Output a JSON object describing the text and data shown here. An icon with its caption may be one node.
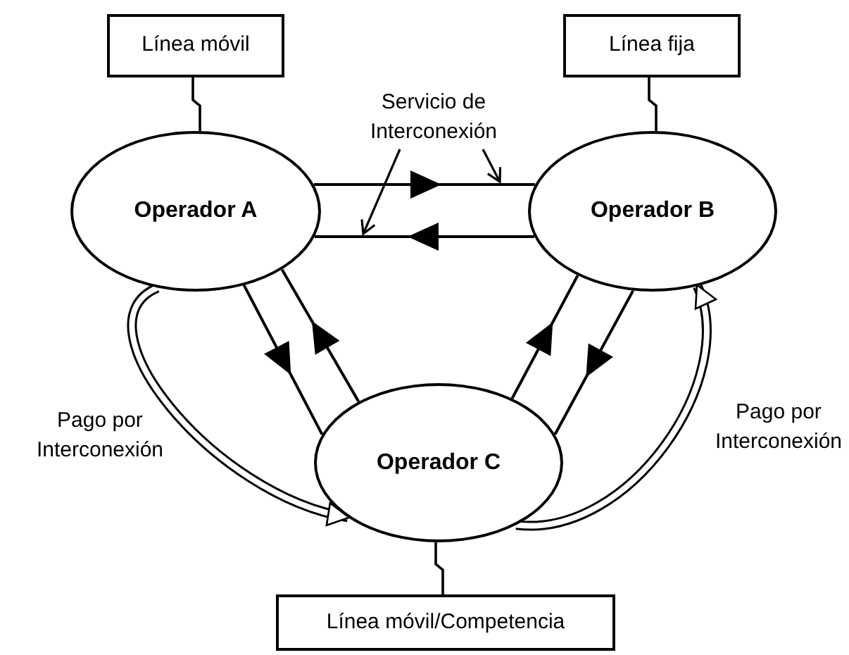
{
  "diagram": {
    "nodes": [
      {
        "text": [
          "Línea móvil"
        ]
      },
      {
        "text": [
          "Línea fija"
        ]
      },
      {
        "text": [
          "Operador A"
        ]
      },
      {
        "text": [
          "Operador B"
        ]
      },
      {
        "text": [
          "Operador C"
        ]
      },
      {
        "text": [
          "Línea móvil/Competencia"
        ]
      },
      {
        "text": [
          "Servicio de Interconexión"
        ]
      }
    ],
    "edges": [
      {
        "from": 0,
        "to": 2,
        "arrow": "none"
      },
      {
        "from": 1,
        "to": 3,
        "arrow": "none"
      },
      {
        "from": 4,
        "to": 5,
        "arrow": "none"
      },
      {
        "from": 2,
        "to": 3,
        "arrow": "to"
      },
      {
        "from": 3,
        "to": 2,
        "arrow": "to"
      },
      {
        "from": 2,
        "to": 4,
        "arrow": "to"
      },
      {
        "from": 4,
        "to": 2,
        "arrow": "to"
      },
      {
        "from": 4,
        "to": 3,
        "arrow": "to"
      },
      {
        "from": 3,
        "to": 4,
        "arrow": "to"
      },
      {
        "from": 2,
        "to": 4,
        "arrow": "to",
        "label": "Pago por Interconexión",
        "style": "thick"
      },
      {
        "from": 4,
        "to": 3,
        "arrow": "to",
        "label": "Pago por Interconexión",
        "style": "thick"
      },
      {
        "from": 6,
        "to": null,
        "arrow": "to"
      },
      {
        "from": 6,
        "to": null,
        "arrow": "to"
      }
    ]
  }
}
